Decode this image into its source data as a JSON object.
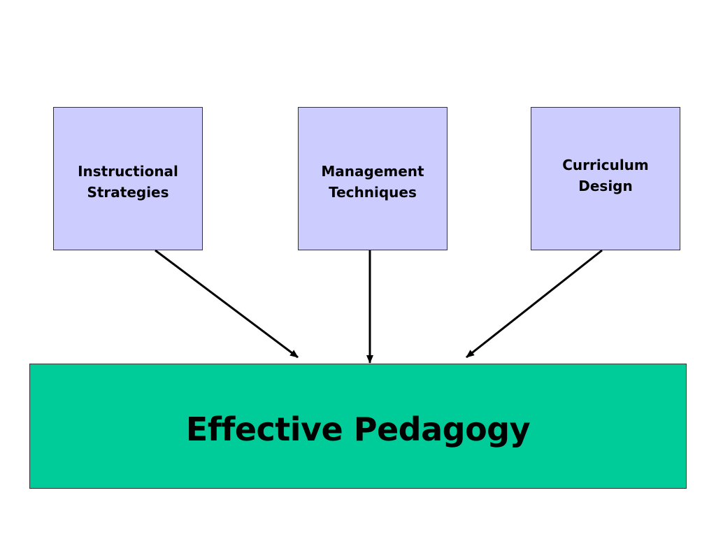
{
  "diagram": {
    "inputs": [
      {
        "id": "instructional",
        "label": "Instructional\nStrategies"
      },
      {
        "id": "management",
        "label": "Management\nTechniques"
      },
      {
        "id": "curriculum",
        "label": "Curriculum\nDesign"
      }
    ],
    "output": {
      "label": "Effective Pedagogy"
    },
    "edges": [
      {
        "from": "instructional",
        "to": "output"
      },
      {
        "from": "management",
        "to": "output"
      },
      {
        "from": "curriculum",
        "to": "output"
      }
    ],
    "colors": {
      "input_fill": "#ccccff",
      "output_fill": "#00cc99",
      "arrow": "#000000"
    }
  }
}
